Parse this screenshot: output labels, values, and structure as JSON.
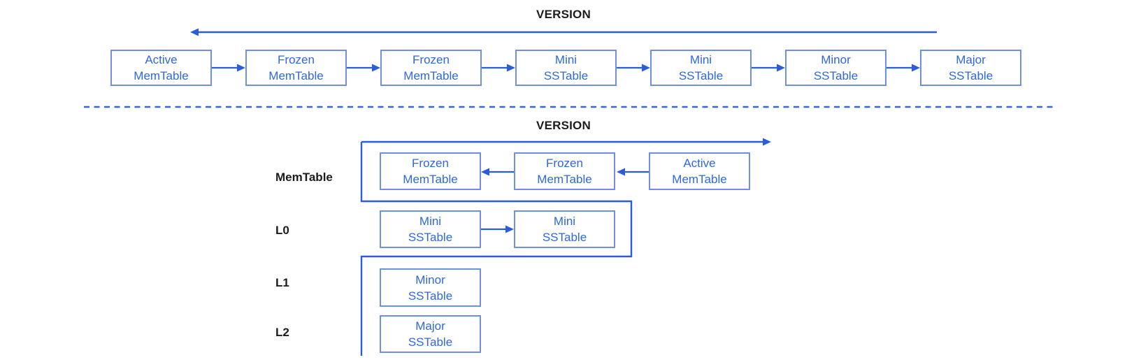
{
  "colors": {
    "arrow": "#2b5cd9",
    "bracket": "#2b5cd9",
    "dashed": "#3c66c8",
    "box_border": "#6d90e4",
    "box_text": "#2e68e0",
    "label_text": "#1c1c1c"
  },
  "top_section": {
    "title": "VERSION",
    "nodes": [
      {
        "line1": "Active",
        "line2": "MemTable"
      },
      {
        "line1": "Frozen",
        "line2": "MemTable"
      },
      {
        "line1": "Frozen",
        "line2": "MemTable"
      },
      {
        "line1": "Mini",
        "line2": "SSTable"
      },
      {
        "line1": "Mini",
        "line2": "SSTable"
      },
      {
        "line1": "Minor",
        "line2": "SSTable"
      },
      {
        "line1": "Major",
        "line2": "SSTable"
      }
    ]
  },
  "bottom_section": {
    "title": "VERSION",
    "row_labels": [
      "MemTable",
      "L0",
      "L1",
      "L2"
    ],
    "memtable_row": [
      {
        "line1": "Frozen",
        "line2": "MemTable"
      },
      {
        "line1": "Frozen",
        "line2": "MemTable"
      },
      {
        "line1": "Active",
        "line2": "MemTable"
      }
    ],
    "l0_row": [
      {
        "line1": "Mini",
        "line2": "SSTable"
      },
      {
        "line1": "Mini",
        "line2": "SSTable"
      }
    ],
    "l1_row": [
      {
        "line1": "Minor",
        "line2": "SSTable"
      }
    ],
    "l2_row": [
      {
        "line1": "Major",
        "line2": "SSTable"
      }
    ]
  }
}
